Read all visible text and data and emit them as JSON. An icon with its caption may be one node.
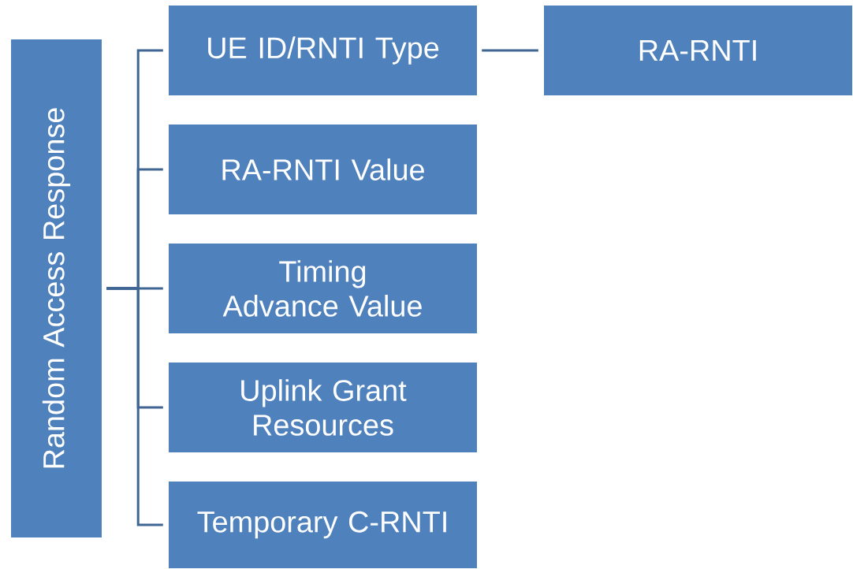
{
  "diagram": {
    "nodes": [
      {
        "text": [
          "Random Access Response"
        ]
      },
      {
        "text": [
          "UE ID/RNTI Type"
        ]
      },
      {
        "text": [
          "RA-RNTI Value"
        ]
      },
      {
        "text": [
          "Timing Advance Value"
        ]
      },
      {
        "text": [
          "Uplink Grant Resources"
        ]
      },
      {
        "text": [
          "Temporary C-RNTI"
        ]
      },
      {
        "text": [
          "RA-RNTI"
        ]
      }
    ],
    "edges": [
      {
        "from": 0,
        "to": 1,
        "arrow": "none"
      },
      {
        "from": 0,
        "to": 2,
        "arrow": "none"
      },
      {
        "from": 0,
        "to": 3,
        "arrow": "none"
      },
      {
        "from": 0,
        "to": 4,
        "arrow": "none"
      },
      {
        "from": 0,
        "to": 5,
        "arrow": "none"
      },
      {
        "from": 1,
        "to": 6,
        "arrow": "none"
      }
    ]
  }
}
